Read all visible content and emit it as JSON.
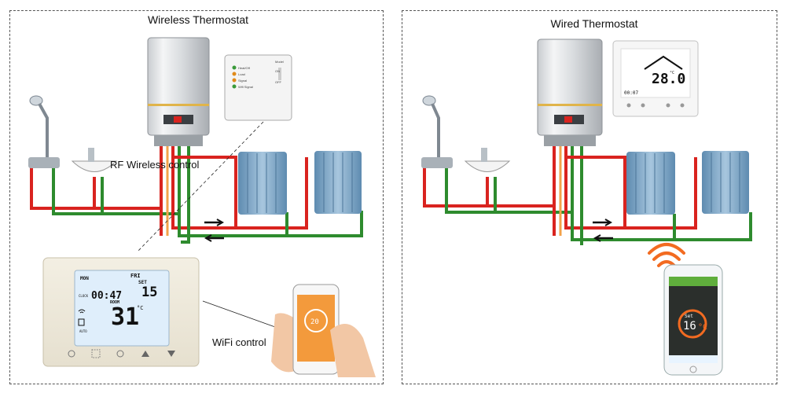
{
  "left_panel": {
    "title": "Wireless Thermostat",
    "rf_label": "RF Wireless control",
    "wifi_label": "WiFi control",
    "receiver_leds": [
      "Heat/Off",
      "Load",
      "Signal",
      "Wifi Signal"
    ],
    "receiver_switch": [
      "Model",
      "ON",
      "OFF"
    ],
    "thermostat": {
      "day": "MON",
      "day2": "FRI",
      "set_label": "SET",
      "set_value": "15",
      "clock": "00:47",
      "clock_label": "CLOCK",
      "room_label": "ROOM",
      "room_value": "31",
      "unit": "°C",
      "auto_label": "AUTO"
    },
    "phone_value": "20"
  },
  "right_panel": {
    "title": "Wired Thermostat",
    "thermostat": {
      "room_value": "28.0",
      "unit": "°C",
      "clock": "00:07"
    },
    "phone": {
      "set_label": "Set",
      "set_value": "16",
      "unit": "°C"
    }
  },
  "colors": {
    "hot_pipe": "#d9231f",
    "cold_pipe": "#2e8b2e",
    "radiator": "#7fa8c9",
    "accent_orange": "#f26b21"
  }
}
